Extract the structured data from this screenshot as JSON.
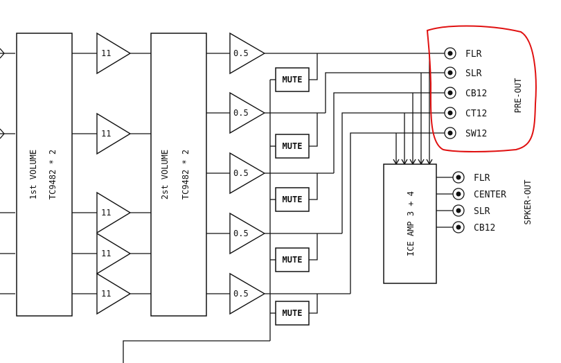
{
  "blocks": {
    "volume1": {
      "line1": "1st VOLUME",
      "line2": "TC9482 * 2"
    },
    "volume2": {
      "line1": "2st VOLUME",
      "line2": "TC9482 * 2"
    },
    "ice_amp": {
      "label": "ICE AMP 3 + 4"
    }
  },
  "first_stage_gain": "11",
  "second_stage_gain": "0.5",
  "mute_label": "MUTE",
  "pre_out": {
    "title": "PRE-OUT",
    "jacks": [
      "FLR",
      "SLR",
      "CB12",
      "CT12",
      "SW12"
    ]
  },
  "spker_out": {
    "title": "SPKER-OUT",
    "jacks": [
      "FLR",
      "CENTER",
      "SLR",
      "CB12"
    ]
  },
  "colors": {
    "line": "#111111",
    "highlight": "#e01010",
    "background": "#ffffff"
  }
}
